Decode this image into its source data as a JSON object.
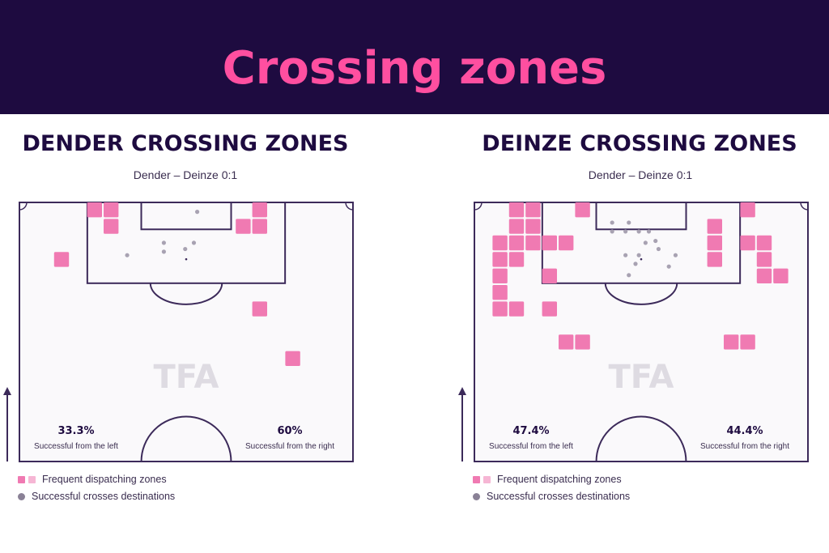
{
  "header": {
    "title": "Crossing zones"
  },
  "colors": {
    "banner": "#1e0b40",
    "accent": "#ff4fa0",
    "zone": "#f07ab2",
    "zone_light": "#f6b6d4",
    "dot": "#a8a2b2",
    "line": "#3c2a5a"
  },
  "watermark": "TFA",
  "legend": {
    "zones": "Frequent dispatching zones",
    "destinations": "Successful crosses destinations"
  },
  "chart_data": [
    {
      "type": "heatmap",
      "title": "DENDER CROSSING ZONES",
      "subtitle": "Dender – Deinze 0:1",
      "left_success": "33.3%",
      "left_label": "Successful from the left",
      "right_success": "60%",
      "right_label": "Successful from the right",
      "zone_cells": [
        [
          4,
          0
        ],
        [
          5,
          0
        ],
        [
          5,
          1
        ],
        [
          14,
          0
        ],
        [
          13,
          1
        ],
        [
          14,
          1
        ],
        [
          2,
          3
        ],
        [
          14,
          6
        ],
        [
          16,
          9
        ]
      ],
      "destinations": [
        [
          43.3,
          15
        ],
        [
          43.3,
          18.3
        ],
        [
          52.3,
          15
        ],
        [
          53.3,
          3.5
        ],
        [
          32.3,
          19.6
        ],
        [
          49.7,
          17.3
        ]
      ]
    },
    {
      "type": "heatmap",
      "title": "DEINZE CROSSING ZONES",
      "subtitle": "Dender – Deinze 0:1",
      "left_success": "47.4%",
      "left_label": "Successful from the left",
      "right_success": "44.4%",
      "right_label": "Successful from the right",
      "zone_cells": [
        [
          2,
          0
        ],
        [
          3,
          0
        ],
        [
          6,
          0
        ],
        [
          16,
          0
        ],
        [
          2,
          1
        ],
        [
          3,
          1
        ],
        [
          14,
          1
        ],
        [
          1,
          2
        ],
        [
          2,
          2
        ],
        [
          3,
          2
        ],
        [
          4,
          2
        ],
        [
          5,
          2
        ],
        [
          14,
          2
        ],
        [
          16,
          2
        ],
        [
          17,
          2
        ],
        [
          1,
          3
        ],
        [
          2,
          3
        ],
        [
          14,
          3
        ],
        [
          17,
          3
        ],
        [
          1,
          4
        ],
        [
          4,
          4
        ],
        [
          17,
          4
        ],
        [
          18,
          4
        ],
        [
          1,
          5
        ],
        [
          1,
          6
        ],
        [
          2,
          6
        ],
        [
          4,
          6
        ],
        [
          5,
          8
        ],
        [
          6,
          8
        ],
        [
          15,
          8
        ],
        [
          16,
          8
        ]
      ],
      "destinations": [
        [
          41.3,
          7.5
        ],
        [
          46.3,
          7.5
        ],
        [
          45.3,
          10.8
        ],
        [
          41.3,
          10.8
        ],
        [
          49.3,
          10.8
        ],
        [
          52.3,
          10.8
        ],
        [
          54.3,
          14.3
        ],
        [
          51.3,
          15
        ],
        [
          55.2,
          17.3
        ],
        [
          45.3,
          19.6
        ],
        [
          49.3,
          19.6
        ],
        [
          48.3,
          22.8
        ],
        [
          60.3,
          19.6
        ],
        [
          58.3,
          23.8
        ],
        [
          46.3,
          27
        ]
      ]
    }
  ]
}
